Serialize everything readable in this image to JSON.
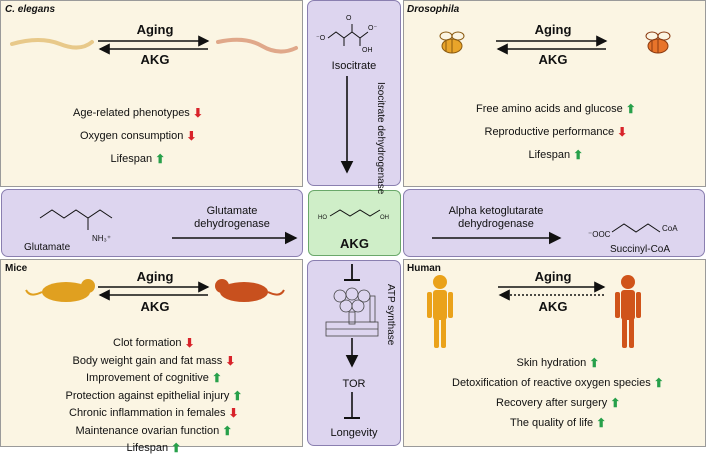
{
  "panels": {
    "celegans": {
      "title": "C. elegans",
      "aging": "Aging",
      "akg": "AKG",
      "effects": [
        {
          "text": "Age-related phenotypes",
          "dir": "down"
        },
        {
          "text": "Oxygen consumption",
          "dir": "down"
        },
        {
          "text": "Lifespan",
          "dir": "up"
        }
      ]
    },
    "drosophila": {
      "title": "Drosophila",
      "aging": "Aging",
      "akg": "AKG",
      "effects": [
        {
          "text": "Free amino acids and glucose",
          "dir": "up"
        },
        {
          "text": "Reproductive performance",
          "dir": "down"
        },
        {
          "text": "Lifespan",
          "dir": "up"
        }
      ]
    },
    "mice": {
      "title": "Mice",
      "aging": "Aging",
      "akg": "AKG",
      "effects": [
        {
          "text": "Clot formation",
          "dir": "down"
        },
        {
          "text": "Body weight gain and fat mass",
          "dir": "down"
        },
        {
          "text": "Improvement of cognitive",
          "dir": "up"
        },
        {
          "text": "Protection against epithelial injury",
          "dir": "up"
        },
        {
          "text": "Chronic inflammation in females",
          "dir": "down"
        },
        {
          "text": "Maintenance ovarian function",
          "dir": "up"
        },
        {
          "text": "Lifespan",
          "dir": "up"
        }
      ]
    },
    "human": {
      "title": "Human",
      "aging": "Aging",
      "akg": "AKG",
      "effects": [
        {
          "text": "Skin hydration",
          "dir": "up"
        },
        {
          "text": "Detoxification of reactive oxygen species",
          "dir": "up"
        },
        {
          "text": "Recovery after surgery",
          "dir": "up"
        },
        {
          "text": "The quality of life",
          "dir": "up"
        }
      ]
    }
  },
  "center": {
    "isocitrate": "Isocitrate",
    "icdh": "Isocitrate dehydrogenase",
    "akg": "AKG",
    "atp": "ATP synthase",
    "tor": "TOR",
    "longevity": "Longevity"
  },
  "left": {
    "glutamate": "Glutamate",
    "enzyme_line1": "Glutamate",
    "enzyme_line2": "dehydrogenase",
    "nh3": "NH₃⁺"
  },
  "right": {
    "enzyme_line1": "Alpha ketoglutarate",
    "enzyme_line2": "dehydrogenase",
    "succinyl": "Succinyl-CoA",
    "ooc": "⁻OOC",
    "coa": "CoA"
  },
  "colors": {
    "cream": "#fbf5e3",
    "lavender": "#ddd5ef",
    "akg_green": "#cfeec8",
    "up_arrow": "#27a04a",
    "down_arrow": "#d8232a",
    "worm": "#e8c98a",
    "bee": "#e8a42a",
    "mouse_young": "#e0a020",
    "mouse_old": "#c8501e",
    "human_young": "#eaa21a",
    "human_old": "#d0541a"
  }
}
